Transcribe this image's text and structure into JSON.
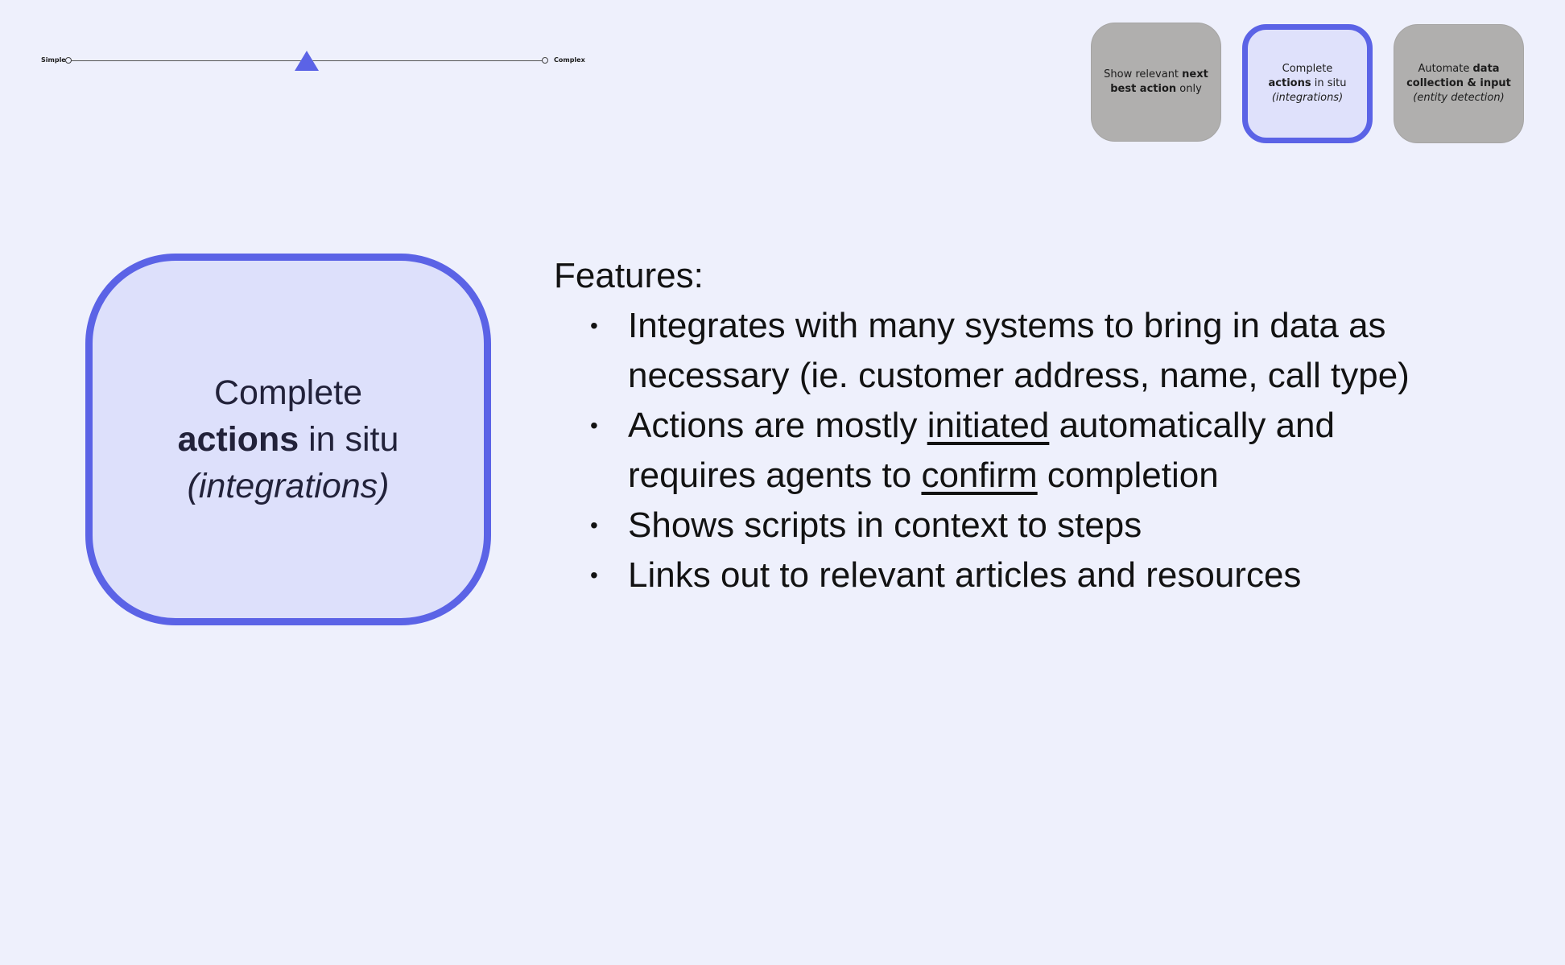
{
  "slider": {
    "min_label": "Simple",
    "max_label": "Complex",
    "value": 0.45
  },
  "options": [
    {
      "selected": false,
      "parts": [
        {
          "text": "Show relevant ",
          "style": "normal"
        },
        {
          "text": "next best action",
          "style": "bold"
        },
        {
          "text": " only",
          "style": "normal"
        }
      ]
    },
    {
      "selected": true,
      "parts": [
        {
          "text": "Complete",
          "style": "normal"
        },
        {
          "text": "actions",
          "style": "bold"
        },
        {
          "text": " in situ",
          "style": "normal"
        },
        {
          "text": "(integrations)",
          "style": "italic"
        }
      ]
    },
    {
      "selected": false,
      "parts": [
        {
          "text": "Automate ",
          "style": "normal"
        },
        {
          "text": "data collection & input",
          "style": "bold"
        },
        {
          "text": "(entity detection)",
          "style": "italic"
        }
      ]
    }
  ],
  "card": {
    "line1": "Complete",
    "line2_bold": "actions",
    "line2_rest": " in situ",
    "line3_italic": "(integrations)"
  },
  "features": {
    "title": "Features:",
    "items": [
      {
        "text": "Integrates with many systems to bring in data as necessary (ie. customer address, name, call type)"
      },
      {
        "pre": "Actions are mostly ",
        "u1": "initiated",
        "mid": " automatically and requires agents to ",
        "u2": "confirm",
        "post": " completion"
      },
      {
        "text": "Shows scripts in context to steps"
      },
      {
        "text": "Links out to relevant articles and resources"
      }
    ]
  },
  "colors": {
    "background": "#eef0fc",
    "accent": "#5b63e6",
    "selected_fill": "#dfe1fb",
    "unselected_fill": "#b0afae"
  }
}
